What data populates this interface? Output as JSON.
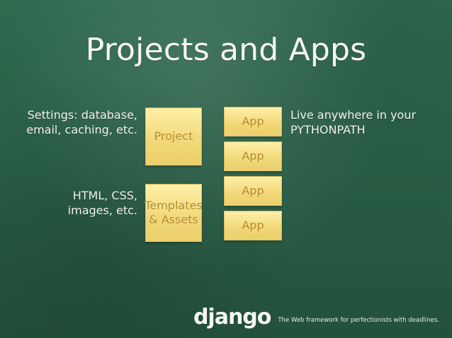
{
  "slide": {
    "title": "Projects and Apps",
    "left_labels": {
      "settings": [
        "Settings: database,",
        "email, caching, etc."
      ],
      "assets": [
        "HTML, CSS,",
        "images, etc."
      ]
    },
    "project_box": {
      "label": "Project"
    },
    "assets_box": {
      "label_lines": [
        "Templates",
        "& Assets"
      ]
    },
    "apps": [
      "App",
      "App",
      "App",
      "App"
    ],
    "right_label": [
      "Live anywhere in your",
      "PYTHONPATH"
    ]
  },
  "footer": {
    "logo_text": "django",
    "tagline": "The Web framework for perfectionists with deadlines."
  },
  "colors": {
    "background": "#2b6047",
    "box_fill": "#f3d97a",
    "box_text": "#b48c2b",
    "text": "#f2f2ea"
  }
}
